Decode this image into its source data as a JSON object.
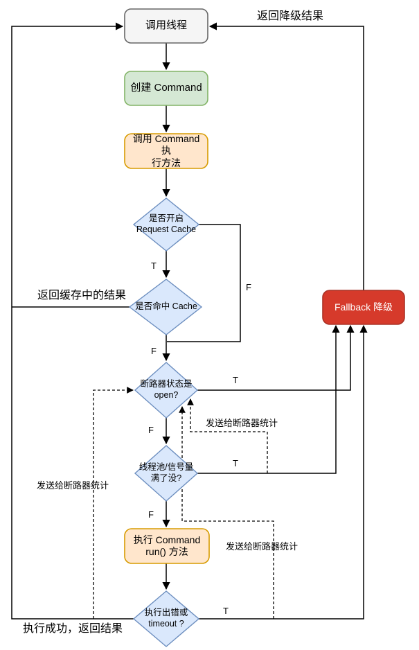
{
  "colors": {
    "box_gray_fill": "#f5f5f5",
    "box_gray_stroke": "#666666",
    "box_green_fill": "#d5e8d4",
    "box_green_stroke": "#82b366",
    "box_orange_fill": "#ffe6cc",
    "box_orange_stroke": "#d79b00",
    "diamond_fill": "#dae8fc",
    "diamond_stroke": "#6c8ebf",
    "fallback_fill": "#d63a2b",
    "fallback_stroke": "#a93226",
    "fallback_text": "#ffffff",
    "line": "#000000"
  },
  "nodes": {
    "caller": {
      "label": "调用线程"
    },
    "create_command": {
      "label": "创建 Command"
    },
    "invoke_command": {
      "label": "调用 Command 执\n行方法"
    },
    "request_cache_enabled": {
      "label": "是否开启\nRequest Cache"
    },
    "cache_hit": {
      "label": "是否命中 Cache"
    },
    "circuit_open": {
      "label": "断路器状态是\nopen?"
    },
    "pool_full": {
      "label": "线程池/信号量\n满了没?"
    },
    "run_command": {
      "label": "执行 Command\nrun() 方法"
    },
    "error_or_timeout": {
      "label": "执行出错或\ntimeout ?"
    },
    "fallback": {
      "label": "Fallback 降级"
    }
  },
  "edge_labels": {
    "cache_enabled_true": "T",
    "cache_enabled_false": "F",
    "cache_hit_false": "F",
    "circuit_open_true": "T",
    "circuit_open_false": "F",
    "pool_full_true": "T",
    "pool_full_false": "F",
    "error_true": "T"
  },
  "annotations": {
    "return_fallback_result": "返回降级结果",
    "return_cached_result": "返回缓存中的结果",
    "success_return_result": "执行成功，返回结果",
    "send_stats_left": "发送给断路器统计",
    "send_stats_middle": "发送给断路器统计",
    "send_stats_right": "发送给断路器统计"
  }
}
